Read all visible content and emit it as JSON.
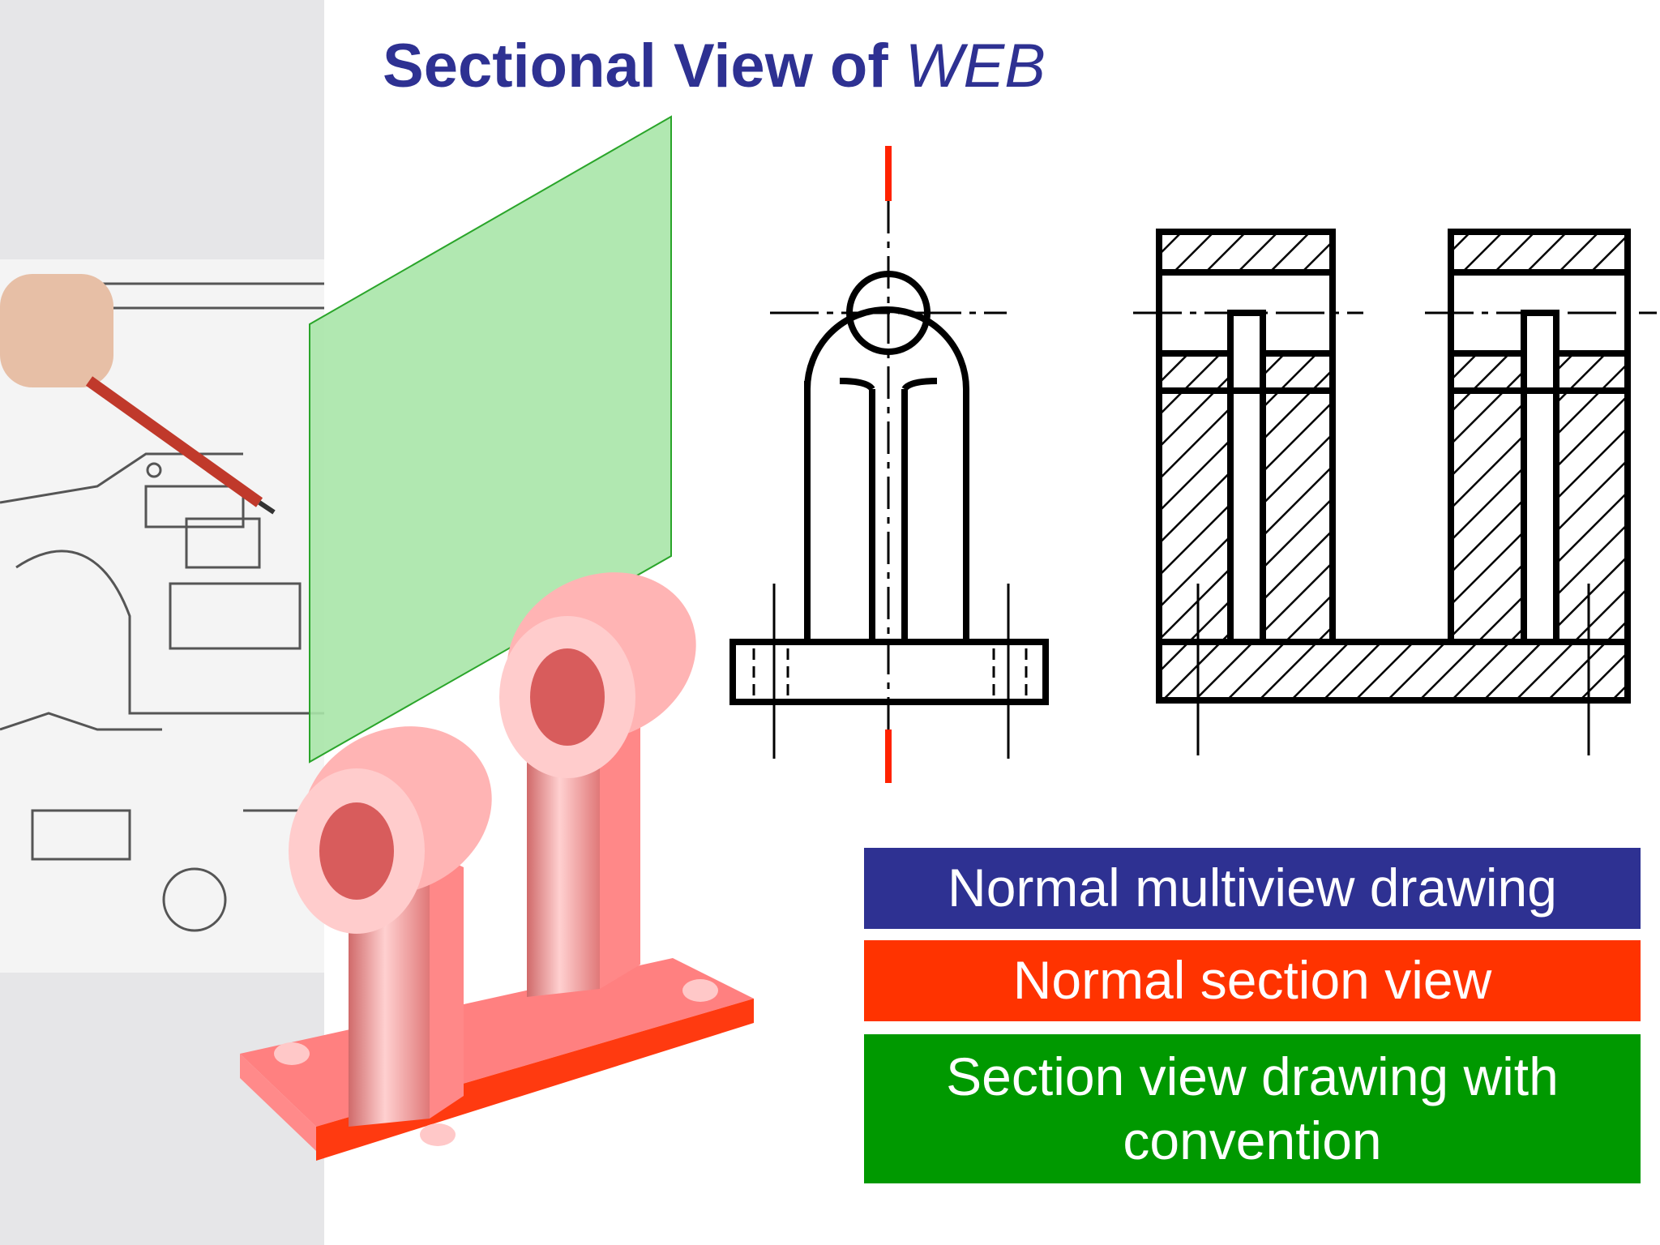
{
  "slide": {
    "title_main": "Sectional View of ",
    "title_italic": "WEB"
  },
  "buttons": {
    "normal_multiview": "Normal multiview drawing",
    "normal_section": "Normal section view",
    "section_convention": "Section view drawing with convention"
  },
  "colors": {
    "title": "#2e3192",
    "multiview_button": "#2e3192",
    "section_button": "#ff3300",
    "convention_button": "#009900",
    "cutting_plane": "#a8e6a8",
    "part_fill": "#ff8a8a",
    "center_line": "#ff2200"
  },
  "icons": {
    "photo": "hand-drawing-blueprint-photo",
    "model": "isometric-bracket-part",
    "plane": "cutting-plane"
  }
}
